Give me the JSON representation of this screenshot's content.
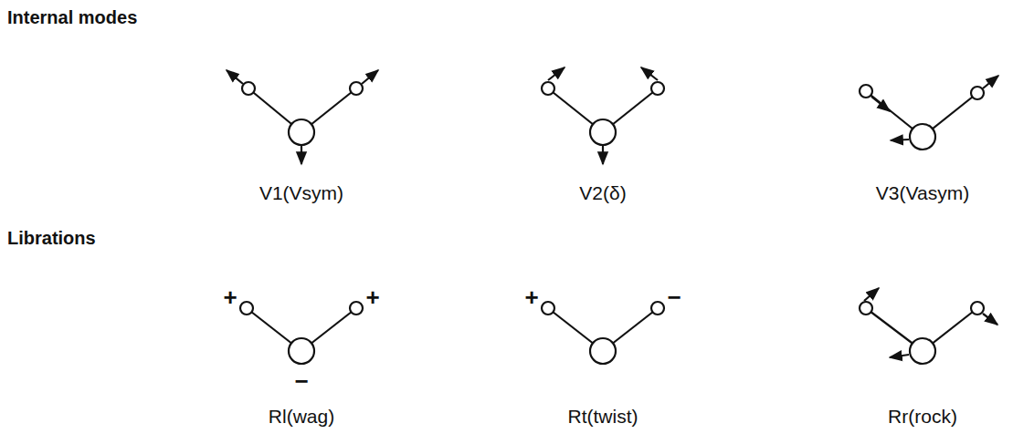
{
  "diagram": {
    "labels": [
      "Internal modes",
      "V1(Vsym)",
      "V2(δ)",
      "V3(Vasym)",
      "Librations",
      "+",
      "+",
      "+",
      "−",
      "−",
      "Rl(wag)",
      "Rt(twist)",
      "Rr(rock)"
    ]
  }
}
